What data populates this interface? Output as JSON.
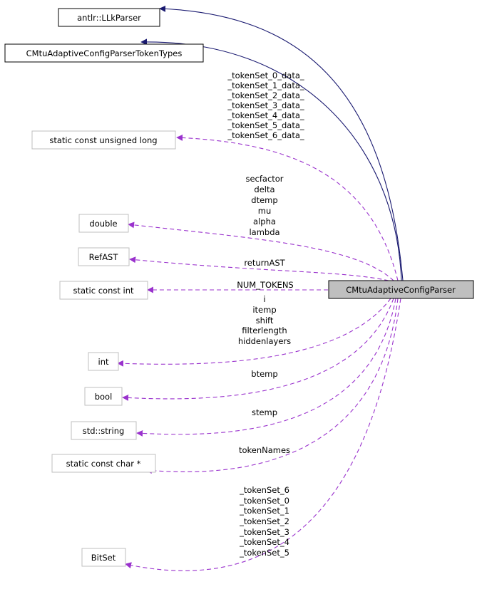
{
  "colors": {
    "inheritance_edge": "#191970",
    "usage_edge": "#9a32cd",
    "base_border": "#000000",
    "member_border": "#bfbfbf",
    "focus_fill": "#bfbfbf",
    "focus_border": "#000000"
  },
  "nodes": {
    "llk_parser": "antlr::LLkParser",
    "token_types": "CMtuAdaptiveConfigParserTokenTypes",
    "unsigned_long": "static const unsigned long",
    "double": "double",
    "refast": "RefAST",
    "static_int": "static const int",
    "main": "CMtuAdaptiveConfigParser",
    "int": "int",
    "bool": "bool",
    "string": "std::string",
    "const_char": "static const char *",
    "bitset": "BitSet"
  },
  "labels": {
    "tokenset_data": [
      "_tokenSet_0_data_",
      "_tokenSet_1_data_",
      "_tokenSet_2_data_",
      "_tokenSet_3_data_",
      "_tokenSet_4_data_",
      "_tokenSet_5_data_",
      "_tokenSet_6_data_"
    ],
    "double_members": [
      "secfactor",
      "delta",
      "dtemp",
      "mu",
      "alpha",
      "lambda"
    ],
    "refast_members": [
      "returnAST"
    ],
    "static_int_members": [
      "NUM_TOKENS"
    ],
    "int_members": [
      "i",
      "itemp",
      "shift",
      "filterlength",
      "hiddenlayers"
    ],
    "bool_members": [
      "btemp"
    ],
    "string_members": [
      "stemp"
    ],
    "const_char_members": [
      "tokenNames"
    ],
    "bitset_members": [
      "_tokenSet_6",
      "_tokenSet_0",
      "_tokenSet_1",
      "_tokenSet_2",
      "_tokenSet_3",
      "_tokenSet_4",
      "_tokenSet_5"
    ]
  }
}
